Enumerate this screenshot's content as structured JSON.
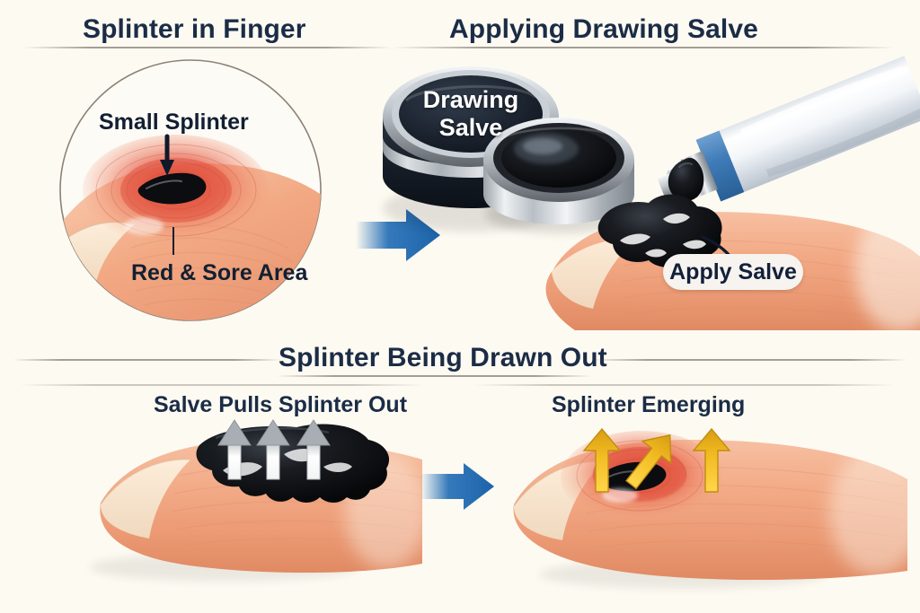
{
  "document": {
    "background_color": "#fdfaf2",
    "title_color": "#1b2c46",
    "accent_arrow_color": "#1f6bb5",
    "emerge_arrow_color": "#f5c22a",
    "salve_color": "#111317",
    "skin_color": "#f0a57f",
    "inflamed_color": "#e8503f"
  },
  "panels": {
    "top_left": {
      "title": "Splinter in Finger",
      "callout_splinter": "Small Splinter",
      "callout_area": "Red & Sore Area"
    },
    "top_right": {
      "title": "Applying Drawing Salve",
      "tin_label_line1": "Drawing",
      "tin_label_line2": "Salve",
      "callout_apply": "Apply Salve"
    },
    "bottom": {
      "title": "Splinter Being Drawn Out",
      "left_label": "Salve Pulls Splinter Out",
      "right_label": "Splinter Emerging"
    }
  },
  "icons": {
    "flow_arrow_1": "blue-right-arrow-icon",
    "flow_arrow_2": "blue-right-arrow-icon",
    "pull_arrow_1": "white-up-arrow-icon",
    "pull_arrow_2": "white-up-arrow-icon",
    "pull_arrow_3": "white-up-arrow-icon",
    "emerge_arrow_1": "yellow-up-arrow-icon",
    "emerge_arrow_2": "yellow-diagonal-arrow-icon",
    "emerge_arrow_3": "yellow-up-arrow-icon",
    "pointer_splinter": "down-arrow-icon",
    "pointer_apply": "curved-arrow-icon"
  }
}
